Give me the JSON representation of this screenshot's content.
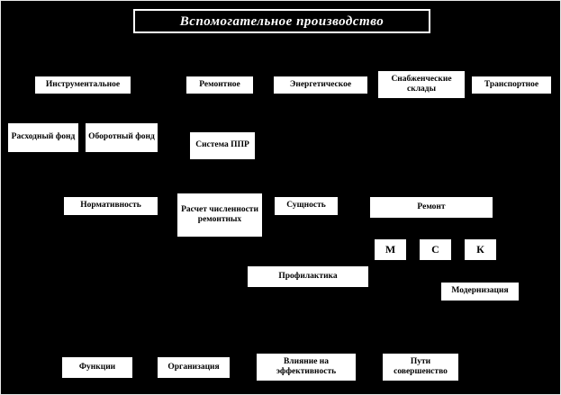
{
  "diagram": {
    "title": "Вспомогательное производство",
    "colors": {
      "background": "#000000",
      "box_fill": "#ffffff",
      "box_text": "#000000",
      "title_fill": "#000000",
      "title_text": "#ffffff"
    },
    "nodes": [
      {
        "id": "instrumentalnoe",
        "label": "Инструментальное"
      },
      {
        "id": "remontnoe",
        "label": "Ремонтное"
      },
      {
        "id": "energeticheskoe",
        "label": "Энергетическое"
      },
      {
        "id": "snabzhencheskie-sklady",
        "label": "Снабженческие склады"
      },
      {
        "id": "transportnoe",
        "label": "Транспортное"
      },
      {
        "id": "rashodny-fond",
        "label": "Расходный фонд"
      },
      {
        "id": "oborotny-fond",
        "label": "Оборотный фонд"
      },
      {
        "id": "sistema-ppr",
        "label": "Система ППР"
      },
      {
        "id": "normativnost",
        "label": "Нормативность"
      },
      {
        "id": "raschet-chislennosti",
        "label": "Расчет численности ремонтных"
      },
      {
        "id": "sushchnost",
        "label": "Сущность"
      },
      {
        "id": "remont",
        "label": "Ремонт"
      },
      {
        "id": "m",
        "label": "М"
      },
      {
        "id": "s",
        "label": "С"
      },
      {
        "id": "k",
        "label": "К"
      },
      {
        "id": "profilaktika",
        "label": "Профилактика"
      },
      {
        "id": "modernizatsiya",
        "label": "Модернизация"
      },
      {
        "id": "funktsii",
        "label": "Функции"
      },
      {
        "id": "organizatsiya",
        "label": "Организация"
      },
      {
        "id": "vliyanie-na-effektivnost",
        "label": "Влияние на эффективность"
      },
      {
        "id": "puti-sovershenstvo",
        "label": "Пути совершенство"
      }
    ]
  }
}
